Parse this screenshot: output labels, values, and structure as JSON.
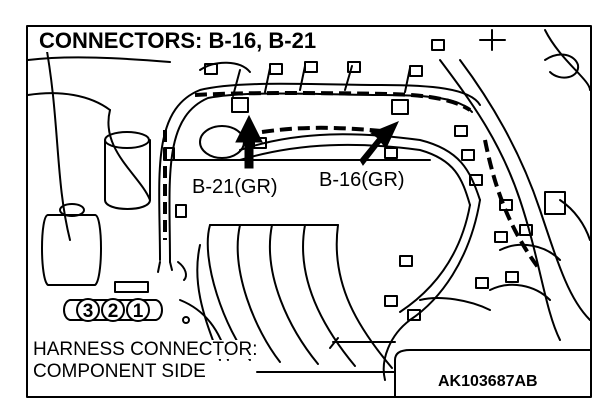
{
  "title": "CONNECTORS: B-16, B-21",
  "callouts": {
    "b21": "B-21(GR)",
    "b16": "B-16(GR)"
  },
  "connector_pins": [
    "3",
    "2",
    "1"
  ],
  "notes": {
    "harness": "HARNESS CONNECTOR:",
    "component": "COMPONENT SIDE"
  },
  "figure_code": "AK103687AB",
  "colors": {
    "ink": "#000000",
    "paper": "#ffffff"
  }
}
